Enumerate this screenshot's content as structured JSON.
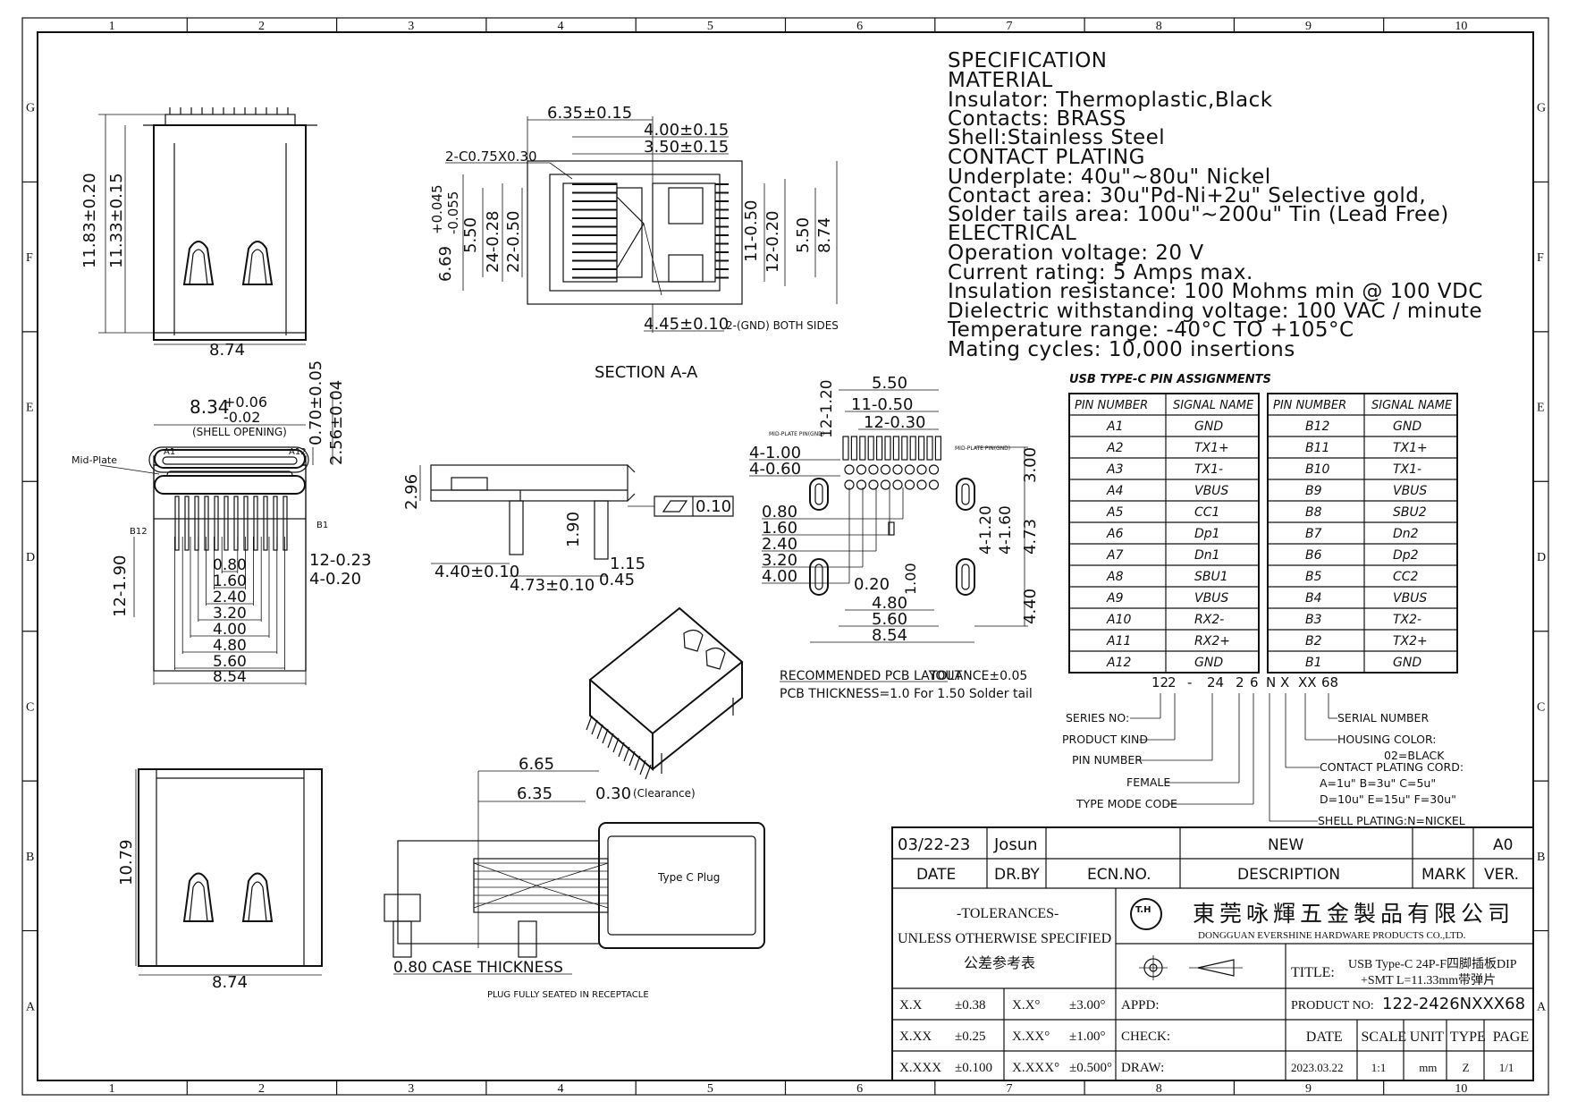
{
  "border": {
    "cols": [
      "1",
      "2",
      "3",
      "4",
      "5",
      "6",
      "7",
      "8",
      "9",
      "10"
    ],
    "rows": [
      "G",
      "F",
      "E",
      "D",
      "C",
      "B",
      "A"
    ]
  },
  "spec": {
    "lines": [
      "SPECIFICATION",
      "MATERIAL",
      "Insulator: Thermoplastic,Black",
      "Contacts: BRASS",
      "Shell:Stainless Steel",
      "CONTACT PLATING",
      "Underplate: 40u\"~80u\" Nickel",
      "Contact area: 30u\"Pd-Ni+2u\" Selective gold,",
      "Solder tails area: 100u\"~200u\" Tin (Lead Free)",
      "ELECTRICAL",
      "Operation voltage: 20 V",
      "Current rating: 5 Amps max.",
      "Insulation resistance: 100 Mohms min @ 100 VDC",
      "Dielectric withstanding voltage: 100 VAC / minute",
      "Temperature range: -40°C TO +105°C",
      "Mating cycles: 10,000 insertions"
    ]
  },
  "pins": {
    "title": "USB TYPE-C PIN ASSIGNMENTS",
    "header_pin": "PIN NUMBER",
    "header_signal": "SIGNAL NAME",
    "left": [
      [
        "A1",
        "GND"
      ],
      [
        "A2",
        "TX1+"
      ],
      [
        "A3",
        "TX1-"
      ],
      [
        "A4",
        "VBUS"
      ],
      [
        "A5",
        "CC1"
      ],
      [
        "A6",
        "Dp1"
      ],
      [
        "A7",
        "Dn1"
      ],
      [
        "A8",
        "SBU1"
      ],
      [
        "A9",
        "VBUS"
      ],
      [
        "A10",
        "RX2-"
      ],
      [
        "A11",
        "RX2+"
      ],
      [
        "A12",
        "GND"
      ]
    ],
    "right": [
      [
        "B12",
        "GND"
      ],
      [
        "B11",
        "TX1+"
      ],
      [
        "B10",
        "TX1-"
      ],
      [
        "B9",
        "VBUS"
      ],
      [
        "B8",
        "SBU2"
      ],
      [
        "B7",
        "Dn2"
      ],
      [
        "B6",
        "Dp2"
      ],
      [
        "B5",
        "CC2"
      ],
      [
        "B4",
        "VBUS"
      ],
      [
        "B3",
        "TX2-"
      ],
      [
        "B2",
        "TX2+"
      ],
      [
        "B1",
        "GND"
      ]
    ]
  },
  "part_code": {
    "segments": [
      "12",
      "2",
      "-",
      "24",
      "2",
      "6",
      "N",
      "X",
      "XX",
      "68"
    ],
    "labels": {
      "series": "SERIES NO:",
      "kind": "PRODUCT KIND",
      "pin": "PIN NUMBER",
      "female": "FEMALE",
      "type_mode": "TYPE MODE CODE",
      "serial": "SERIAL NUMBER",
      "housing": "HOUSING COLOR:",
      "housing_val": "02=BLACK",
      "plating": "CONTACT PLATING CORD:",
      "plating_1": "A=1u\"  B=3u\"  C=5u\"",
      "plating_2": "D=10u\" E=15u\" F=30u\"",
      "shell": "SHELL PLATING:N=NICKEL"
    }
  },
  "views": {
    "top_left": {
      "h1": "11.83±0.20",
      "h2": "11.33±0.15",
      "w": "8.74"
    },
    "front": {
      "w1": "8.34",
      "w1_tol_up": "+0.06",
      "w1_tol_dn": "-0.02",
      "shell": "(SHELL OPENING)",
      "v1": "0.70±0.05",
      "v2": "2.56±0.04",
      "mid": "Mid-Plate",
      "a1": "A1",
      "a12": "A12",
      "b12": "B12",
      "b1": "B1",
      "pitch": [
        "0.80",
        "1.60",
        "2.40",
        "3.20",
        "4.00",
        "4.80",
        "5.60",
        "8.54"
      ],
      "left": "12-1.90",
      "r1": "12-0.23",
      "r2": "4-0.20"
    },
    "bottom_left": {
      "h": "10.79",
      "w": "8.74"
    },
    "section": {
      "d1": "6.35±0.15",
      "d2": "4.00±0.15",
      "d3": "3.50±0.15",
      "chamfer": "2-C0.75X0.30",
      "v1": "6.69",
      "v1_up": "+0.045",
      "v1_dn": "-0.055",
      "v2": "5.50",
      "v3": "24-0.28",
      "v4": "22-0.50",
      "v5": "11-0.50",
      "v6": "12-0.20",
      "v7": "5.50",
      "v8": "8.74",
      "b1": "4.45±0.10",
      "gnd": "2-(GND) BOTH SIDES",
      "title": "SECTION A-A"
    },
    "side": {
      "h": "2.96",
      "flat": "0.10",
      "v": "1.90",
      "w1": "4.40±0.10",
      "w2": "4.73±0.10",
      "d1": "1.15",
      "d2": "0.45"
    },
    "pcb": {
      "top1": "5.50",
      "top2": "11-0.50",
      "top3": "12-0.30",
      "vl": "12-1.20",
      "l1": "4-1.00",
      "l2": "4-0.60",
      "midl": "MID-PLATE PIN(GND)",
      "midr": "MID-PLATE PIN(GND)",
      "rows": [
        "0.80",
        "1.60",
        "2.40",
        "3.20",
        "4.00"
      ],
      "r1": "3.00",
      "r2": "4-1.20",
      "r3": "4-1.60",
      "r4": "4.73",
      "r5": "4.40",
      "b1": "0.20",
      "b2": "1.00",
      "b3": "4.80",
      "b4": "5.60",
      "b5": "8.54",
      "note1": "RECOMMENDED PCB LAYOUT",
      "note1b": "TOLANCE±0.05",
      "note2": "PCB THICKNESS=1.0 For 1.50 Solder tail"
    },
    "mated": {
      "d1": "6.65",
      "d2": "6.35",
      "d3": "0.30",
      "clear": "(Clearance)",
      "plug": "Type C Plug",
      "case": "0.80 CASE THICKNESS",
      "note": "PLUG FULLY SEATED IN RECEPTACLE"
    }
  },
  "title_block": {
    "date_val": "03/22-23",
    "drby_val": "Josun",
    "desc_val": "NEW",
    "ver_val": "A0",
    "date": "DATE",
    "drby": "DR.BY",
    "ecn": "ECN.NO.",
    "desc": "DESCRIPTION",
    "mark": "MARK",
    "ver": "VER.",
    "tol1": "-TOLERANCES-",
    "tol2": "UNLESS OTHERWISE SPECIFIED",
    "tol3": "公差参考表",
    "logo": "T.H",
    "company_cn": "東莞咏輝五金製品有限公司",
    "company_en": "DONGGUAN EVERSHINE HARDWARE PRODUCTS CO.,LTD.",
    "title_label": "TITLE:",
    "title_1": "USB Type-C 24P-F四脚插板DIP",
    "title_2": "+SMT L=11.33mm带弹片",
    "product_label": "PRODUCT NO:",
    "product": "122-2426NXXX68",
    "tols": [
      [
        "X.X",
        "±0.38",
        "X.X°",
        "±3.00°"
      ],
      [
        "X.XX",
        "±0.25",
        "X.XX°",
        "±1.00°"
      ],
      [
        "X.XXX",
        "±0.100",
        "X.XXX°",
        "±0.500°"
      ]
    ],
    "appd": "APPD:",
    "check": "CHECK:",
    "draw": "DRAW:",
    "hdr": [
      "DATE",
      "SCALE",
      "UNIT",
      "TYPE",
      "PAGE"
    ],
    "vals": [
      "2023.03.22",
      "1:1",
      "mm",
      "Z",
      "1/1"
    ]
  }
}
